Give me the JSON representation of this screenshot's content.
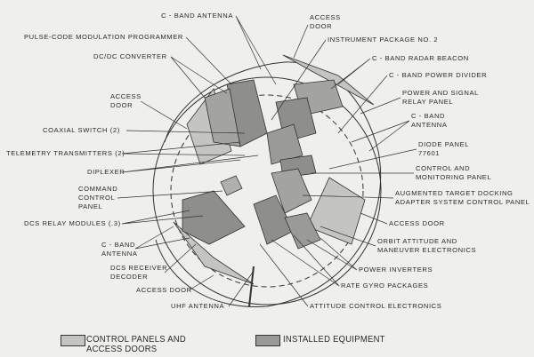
{
  "labels": {
    "c_band_antenna_top": "C - BAND ANTENNA",
    "pcm_programmer": "PULSE-CODE MODULATION PROGRAMMER",
    "dc_dc_converter": "DC/DC CONVERTER",
    "access_door_left": [
      "ACCESS",
      "DOOR"
    ],
    "coaxial_switch": "COAXIAL SWITCH (2)",
    "telemetry_transmitters": "TELEMETRY TRANSMITTERS (2)",
    "diplexer": "DIPLEXER",
    "command_control_panel": [
      "COMMAND",
      "CONTROL",
      "PANEL"
    ],
    "dcs_relay_modules": "DCS RELAY MODULES (.3)",
    "c_band_antenna_left": [
      "C - BAND",
      "ANTENNA"
    ],
    "dcs_receiver_decoder": [
      "DCS RECEIVER",
      "DECODER"
    ],
    "access_door_bottom": "ACCESS DOOR",
    "uhf_antenna": "UHF ANTENNA",
    "access_door_top": [
      "ACCESS",
      "DOOR"
    ],
    "instrument_package": "INSTRUMENT PACKAGE NO. 2",
    "c_band_radar_beacon": "C - BAND RADAR BEACON",
    "c_band_power_divider": "C - BAND POWER DIVIDER",
    "power_signal_relay_panel": [
      "POWER AND SIGNAL",
      "RELAY PANEL"
    ],
    "c_band_antenna_right": [
      "C - BAND",
      "ANTENNA"
    ],
    "diode_panel": [
      "DIODE PANEL",
      "77601"
    ],
    "control_monitoring_panel": [
      "CONTROL AND",
      "MONITORING PANEL"
    ],
    "atda_control_panel": [
      "AUGMENTED TARGET DOCKING",
      "ADAPTER SYSTEM CONTROL PANEL"
    ],
    "access_door_right": "ACCESS DOOR",
    "orbit_attitude_electronics": [
      "ORBIT ATTITUDE AND",
      "MANEUVER ELECTRONICS"
    ],
    "power_inverters": "POWER INVERTERS",
    "rate_gyro_packages": "RATE GYRO PACKAGES",
    "attitude_control_electronics": "ATTITUDE CONTROL ELECTRONICS"
  },
  "legend": {
    "panels": [
      "CONTROL PANELS AND",
      "ACCESS DOORS"
    ],
    "equipment": "INSTALLED EQUIPMENT",
    "panels_color": "#c4c4c2",
    "equipment_color": "#9a9a98"
  }
}
